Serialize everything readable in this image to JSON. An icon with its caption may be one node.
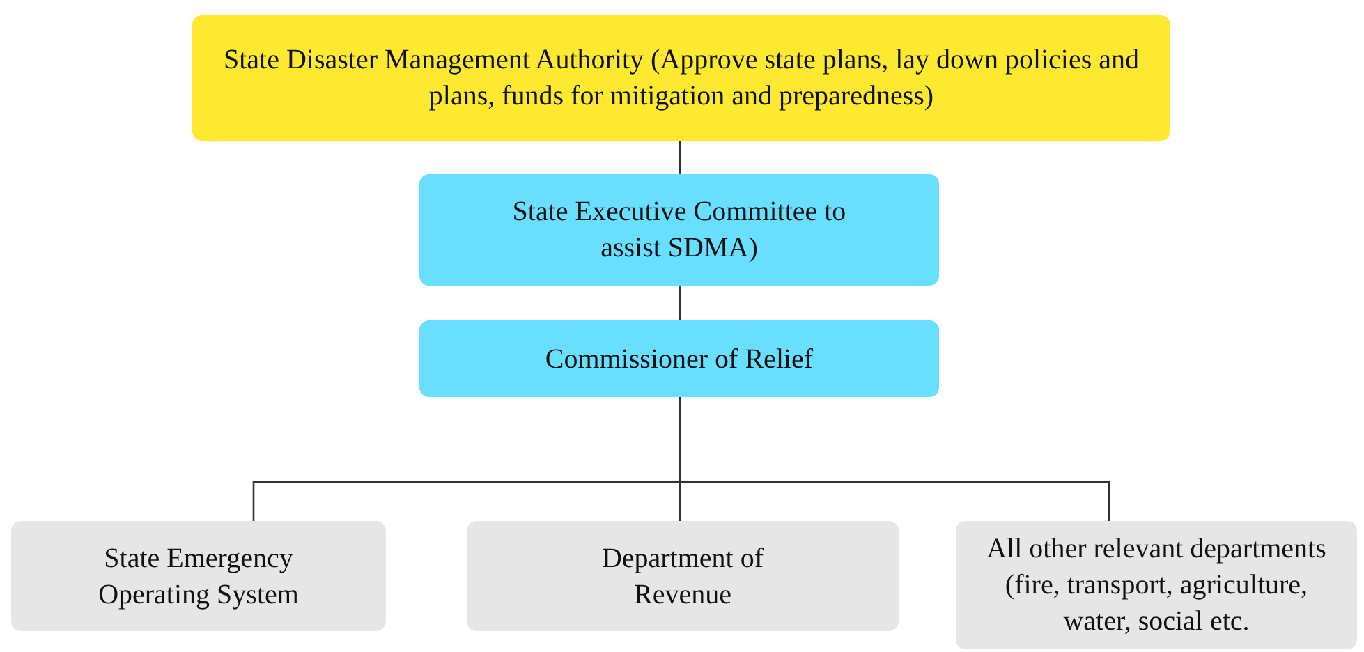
{
  "diagram": {
    "nodes": [
      {
        "text": [
          "State Disaster Management Authority (Approve state plans, lay down policies and plans, funds for mitigation and preparedness)"
        ]
      },
      {
        "text": [
          "State Executive Committee to assist SDMA)"
        ]
      },
      {
        "text": [
          "Commissioner of Relief"
        ]
      },
      {
        "text": [
          "State Emergency Operating System"
        ]
      },
      {
        "text": [
          "Department of Revenue"
        ]
      },
      {
        "text": [
          "All other relevant departments (fire, transport, agriculture, water, social etc."
        ]
      }
    ],
    "edges": [
      {
        "from": 0,
        "to": 1,
        "arrow": "none"
      },
      {
        "from": 1,
        "to": 2,
        "arrow": "none"
      },
      {
        "from": 2,
        "to": 3,
        "arrow": "none"
      },
      {
        "from": 2,
        "to": 4,
        "arrow": "none"
      },
      {
        "from": 2,
        "to": 5,
        "arrow": "none"
      }
    ]
  }
}
